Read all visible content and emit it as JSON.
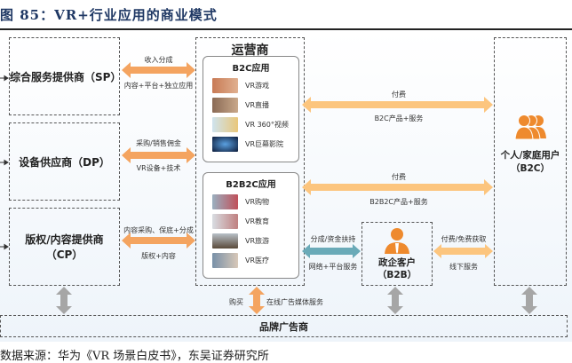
{
  "title": "图 85：VR+行业应用的商业模式",
  "providers": [
    {
      "label": "综合服务提供商（SP）",
      "top": "收入分成",
      "bottom": "内容+平台+独立应用"
    },
    {
      "label": "设备供应商（DP）",
      "top": "采购/销售佣金",
      "bottom": "VR设备+技术"
    },
    {
      "label": "版权/内容提供商（CP）",
      "top": "内容采购、保底+分成",
      "bottom": "版权+内容"
    }
  ],
  "operator": {
    "title": "运营商",
    "b2c": {
      "title": "B2C应用",
      "items": [
        "VR游戏",
        "VR直播",
        "VR 360°视频",
        "VR巨幕影院"
      ]
    },
    "b2b2c": {
      "title": "B2B2C应用",
      "items": [
        "VR购物",
        "VR教育",
        "VR旅游",
        "VR医疗"
      ]
    }
  },
  "consumer": {
    "line1": "个人/家庭用户",
    "line2": "（B2C）"
  },
  "business": {
    "line1": "政企客户",
    "line2": "（B2B）"
  },
  "flows": {
    "b2c_top": "付费",
    "b2c_bottom": "B2C产品+服务",
    "b2b2c_top": "付费",
    "b2b2c_bottom": "B2B2C产品+服务",
    "b2b_top": "分成/资金扶持",
    "b2b_bottom": "网络+平台服务",
    "offline_top": "付费/免费获取",
    "offline_bottom": "线下服务",
    "ad_left": "购买",
    "ad_right": "在线广告媒体服务"
  },
  "advertiser": "品牌广告商",
  "source": "数据来源：华为《VR 场景白皮书》，东吴证券研究所",
  "colors": {
    "orange": "#f4a460",
    "light_orange": "#fcc57e",
    "teal": "#6aaab8",
    "gray": "#a6a6a6",
    "icon": "#ee8a2e"
  }
}
